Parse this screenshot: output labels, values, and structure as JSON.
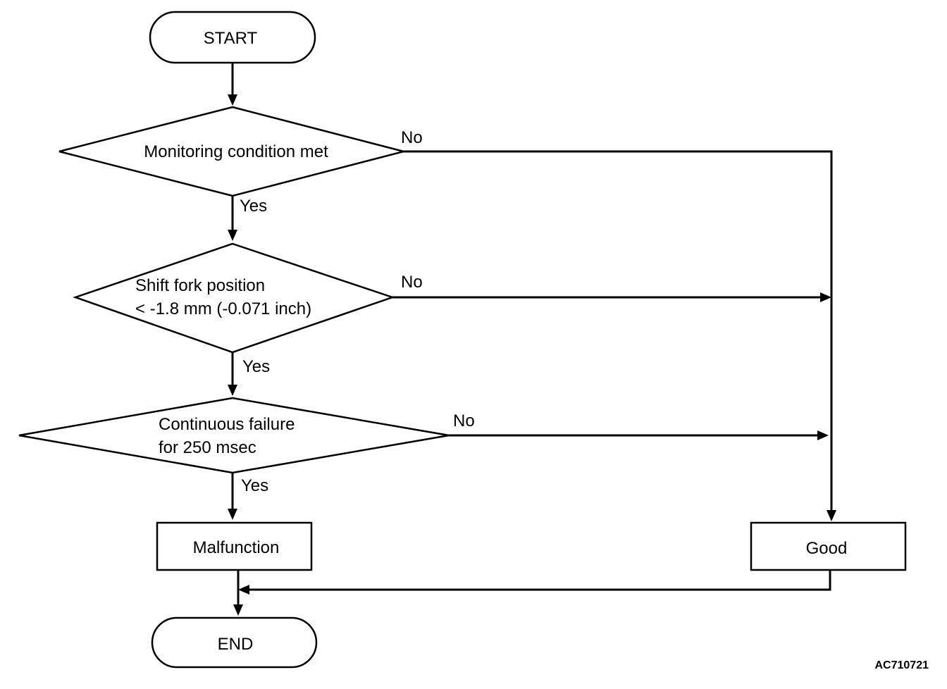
{
  "nodes": {
    "start": "START",
    "decision1": "Monitoring condition met",
    "decision2_line1": "Shift fork position",
    "decision2_line2": "< -1.8 mm (-0.071 inch)",
    "decision3_line1": "Continuous failure",
    "decision3_line2": "for 250 msec",
    "malfunction": "Malfunction",
    "good": "Good",
    "end": "END"
  },
  "branch_labels": {
    "d1_no": "No",
    "d1_yes": "Yes",
    "d2_no": "No",
    "d2_yes": "Yes",
    "d3_no": "No",
    "d3_yes": "Yes"
  },
  "figure_id": "AC710721"
}
